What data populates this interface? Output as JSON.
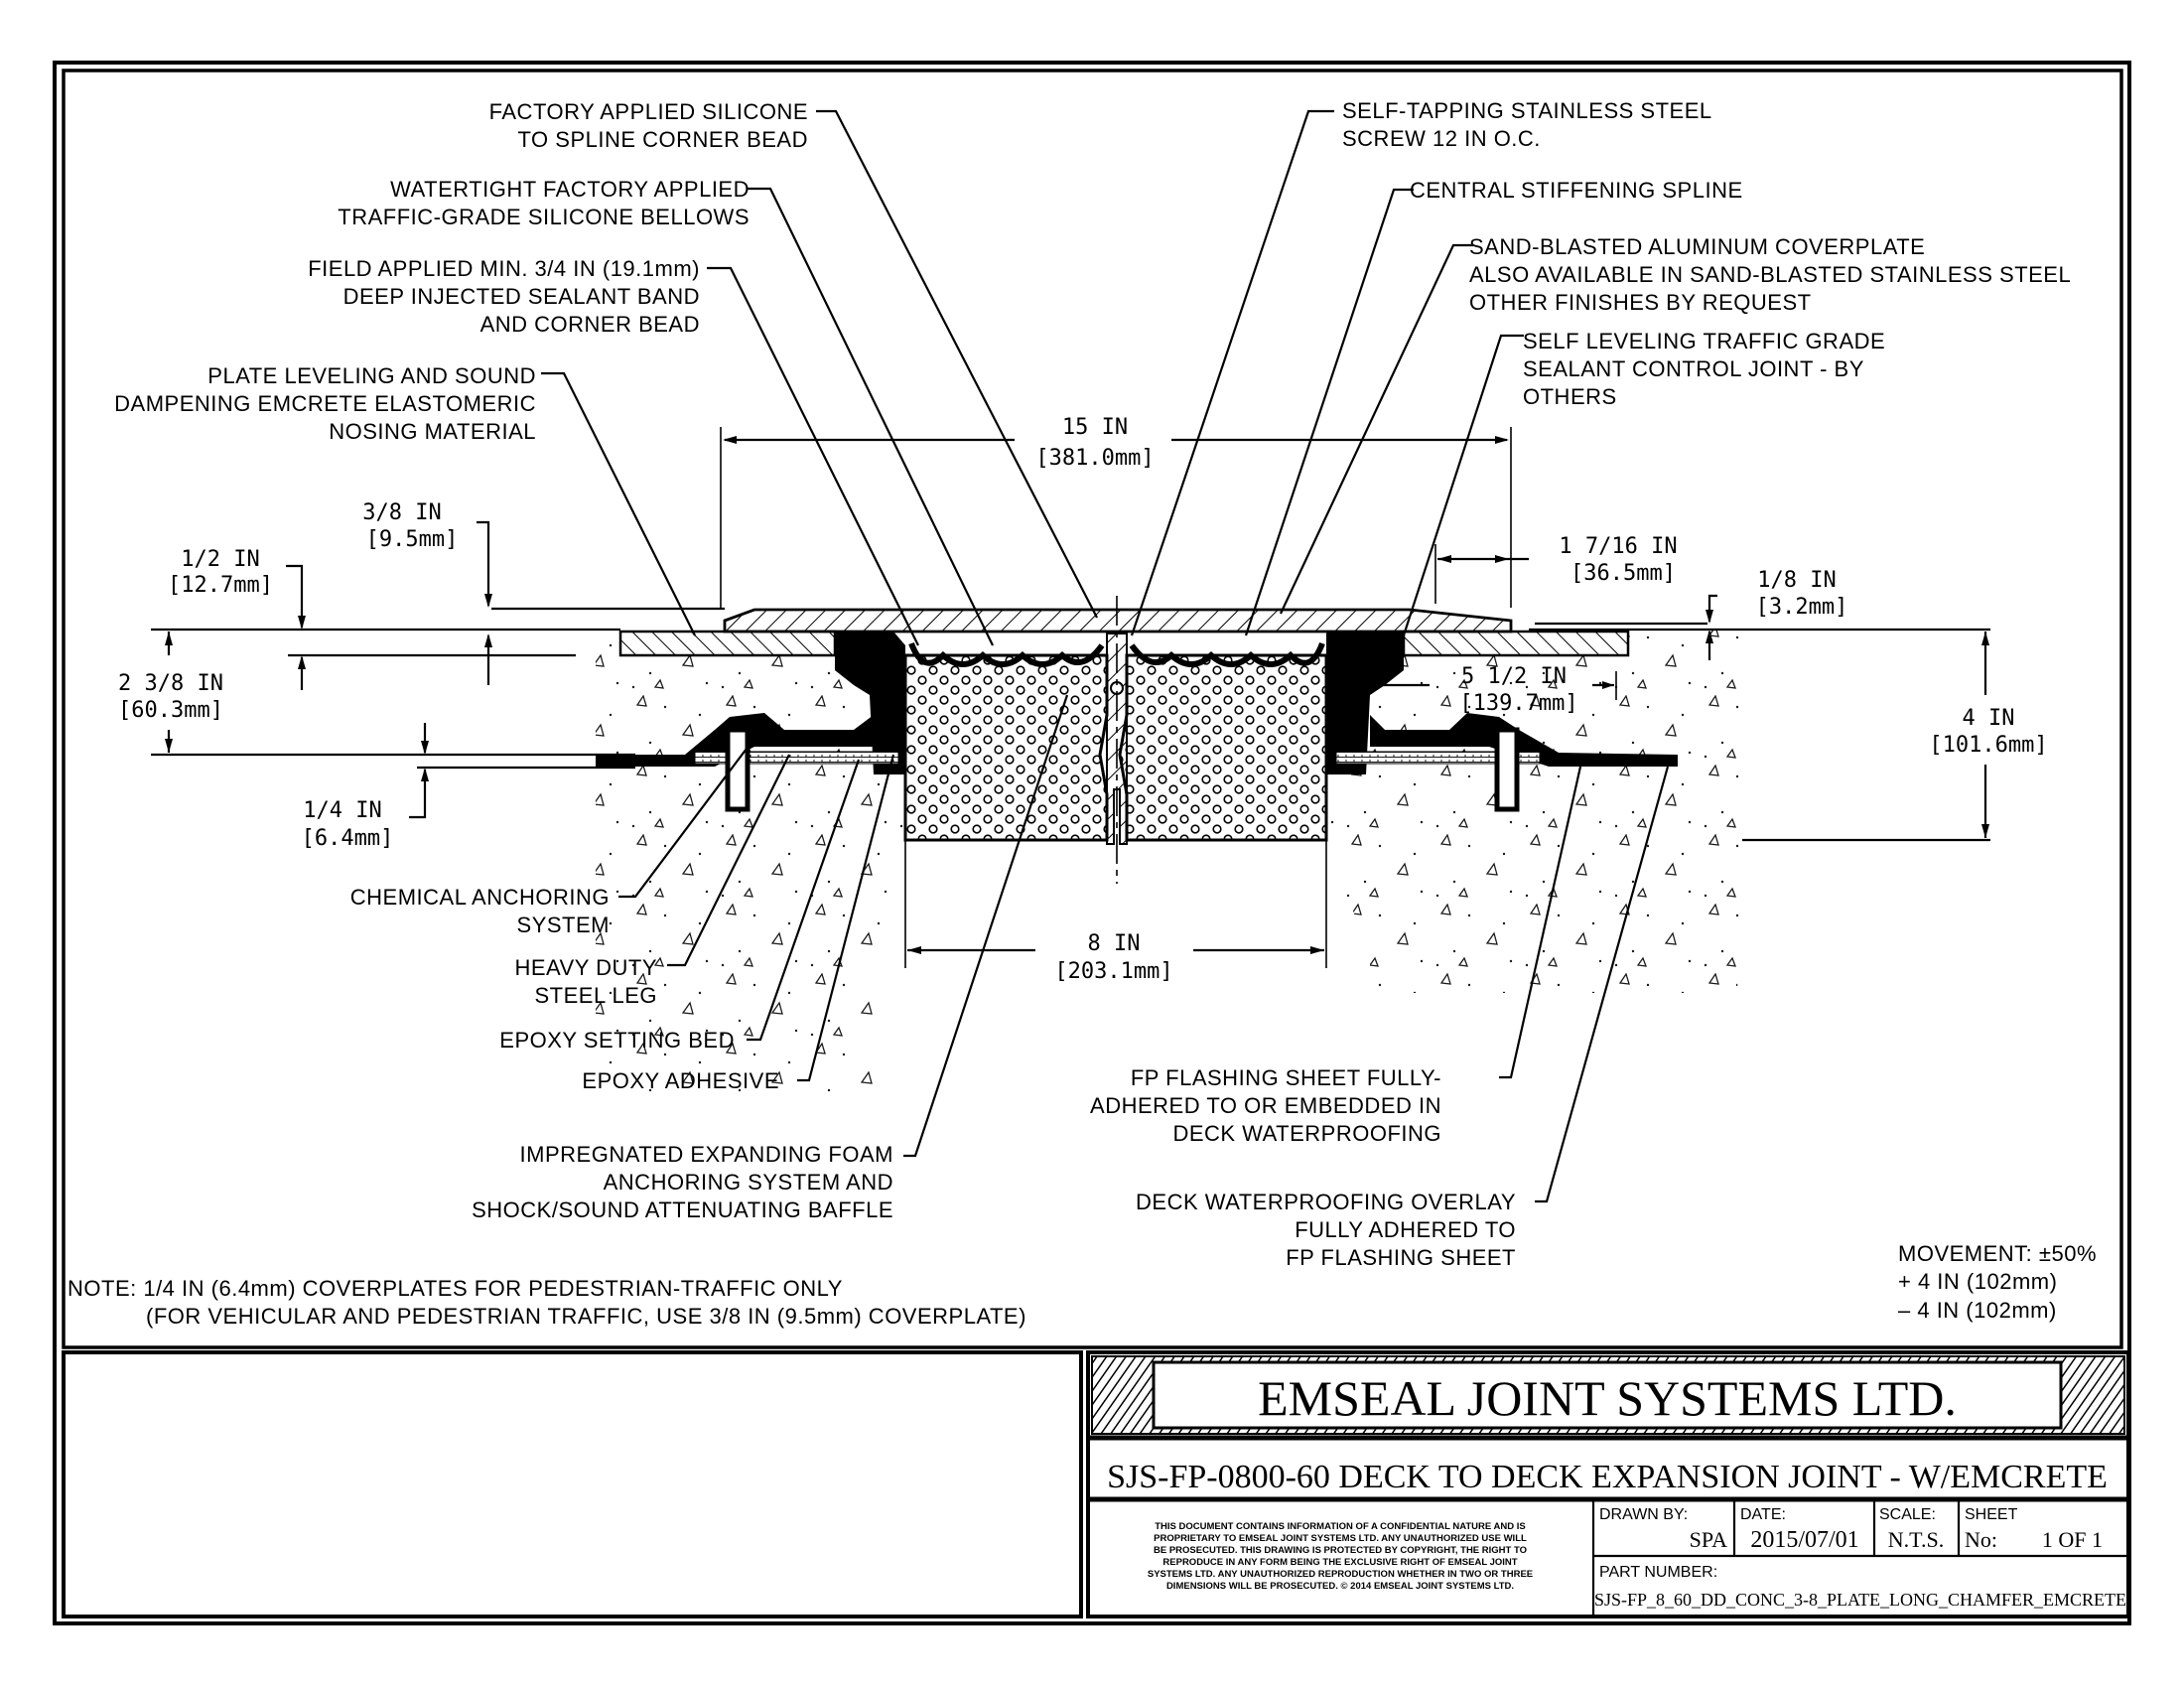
{
  "callouts_left": [
    {
      "lines": [
        "FACTORY APPLIED SILICONE",
        "TO SPLINE CORNER BEAD"
      ]
    },
    {
      "lines": [
        "WATERTIGHT FACTORY APPLIED",
        "TRAFFIC-GRADE SILICONE BELLOWS"
      ]
    },
    {
      "lines": [
        "FIELD APPLIED MIN. 3/4 IN (19.1mm)",
        "DEEP INJECTED SEALANT BAND",
        "AND CORNER BEAD"
      ]
    },
    {
      "lines": [
        "PLATE LEVELING AND SOUND",
        "DAMPENING EMCRETE ELASTOMERIC",
        "NOSING MATERIAL"
      ]
    }
  ],
  "callouts_right": [
    {
      "lines": [
        "SELF-TAPPING STAINLESS STEEL",
        "SCREW 12 IN O.C."
      ]
    },
    {
      "lines": [
        "CENTRAL STIFFENING SPLINE"
      ]
    },
    {
      "lines": [
        "SAND-BLASTED ALUMINUM COVERPLATE",
        "ALSO AVAILABLE IN SAND-BLASTED STAINLESS STEEL",
        "OTHER FINISHES BY REQUEST"
      ]
    },
    {
      "lines": [
        "SELF LEVELING TRAFFIC GRADE",
        "SEALANT CONTROL JOINT - BY",
        "OTHERS"
      ]
    }
  ],
  "callouts_bottom_left": [
    {
      "lines": [
        "CHEMICAL ANCHORING",
        "SYSTEM"
      ]
    },
    {
      "lines": [
        "HEAVY DUTY",
        "STEEL LEG"
      ]
    },
    {
      "lines": [
        "EPOXY SETTING BED"
      ]
    },
    {
      "lines": [
        "EPOXY ADHESIVE"
      ]
    },
    {
      "lines": [
        "IMPREGNATED EXPANDING FOAM",
        "ANCHORING SYSTEM AND",
        "SHOCK/SOUND ATTENUATING BAFFLE"
      ]
    }
  ],
  "callouts_bottom_right": [
    {
      "lines": [
        "FP FLASHING SHEET FULLY-",
        "ADHERED TO OR EMBEDDED IN",
        "DECK WATERPROOFING"
      ]
    },
    {
      "lines": [
        "DECK WATERPROOFING OVERLAY",
        "FULLY ADHERED TO",
        "FP FLASHING SHEET"
      ]
    }
  ],
  "dimensions": {
    "overall_width": {
      "imperial": "15 IN",
      "metric": "[381.0mm]"
    },
    "gap_width": {
      "imperial": "8 IN",
      "metric": "[203.1mm]"
    },
    "plate_thickness": {
      "imperial": "3/8 IN",
      "metric": "[9.5mm]"
    },
    "nosing_depth": {
      "imperial": "1/2 IN",
      "metric": "[12.7mm]"
    },
    "rail_depth": {
      "imperial": "2 3/8 IN",
      "metric": "[60.3mm]"
    },
    "flashing_thickness": {
      "imperial": "1/4 IN",
      "metric": "[6.4mm]"
    },
    "chamfer_width": {
      "imperial": "1 7/16 IN",
      "metric": "[36.5mm]"
    },
    "sealant_depth": {
      "imperial": "1/8 IN",
      "metric": "[3.2mm]"
    },
    "blockout_width": {
      "imperial": "5 1/2 IN",
      "metric": "[139.7mm]"
    },
    "blockout_depth": {
      "imperial": "4 IN",
      "metric": "[101.6mm]"
    }
  },
  "movement": {
    "title": "MOVEMENT: ±50%",
    "plus": "+ 4 IN (102mm)",
    "minus": "– 4 IN (102mm)"
  },
  "note": {
    "line1": "NOTE: 1/4 IN (6.4mm) COVERPLATES FOR PEDESTRIAN-TRAFFIC ONLY",
    "line2": "(FOR VEHICULAR AND PEDESTRIAN TRAFFIC, USE 3/8 IN (9.5mm) COVERPLATE)"
  },
  "title_block": {
    "company": "EMSEAL JOINT SYSTEMS LTD.",
    "drawing_title": "SJS-FP-0800-60 DECK TO DECK EXPANSION JOINT - W/EMCRETE",
    "disclaimer": [
      "THIS DOCUMENT CONTAINS INFORMATION OF A CONFIDENTIAL NATURE AND IS",
      "PROPRIETARY TO EMSEAL JOINT SYSTEMS LTD. ANY UNAUTHORIZED USE WILL",
      "BE PROSECUTED. THIS DRAWING IS PROTECTED BY COPYRIGHT, THE RIGHT TO",
      "REPRODUCE IN ANY FORM BEING THE EXCLUSIVE RIGHT OF EMSEAL JOINT",
      "SYSTEMS LTD. ANY UNAUTHORIZED REPRODUCTION WHETHER IN TWO OR THREE",
      "DIMENSIONS WILL BE PROSECUTED. © 2014 EMSEAL JOINT SYSTEMS LTD."
    ],
    "drawn_by_label": "DRAWN BY:",
    "drawn_by": "SPA",
    "date_label": "DATE:",
    "date": "2015/07/01",
    "scale_label": "SCALE:",
    "scale": "N.T.S.",
    "sheet_label": "SHEET",
    "sheet_no_label": "No:",
    "sheet": "1 OF 1",
    "part_number_label": "PART NUMBER:",
    "part_number": "SJS-FP_8_60_DD_CONC_3-8_PLATE_LONG_CHAMFER_EMCRETE"
  }
}
